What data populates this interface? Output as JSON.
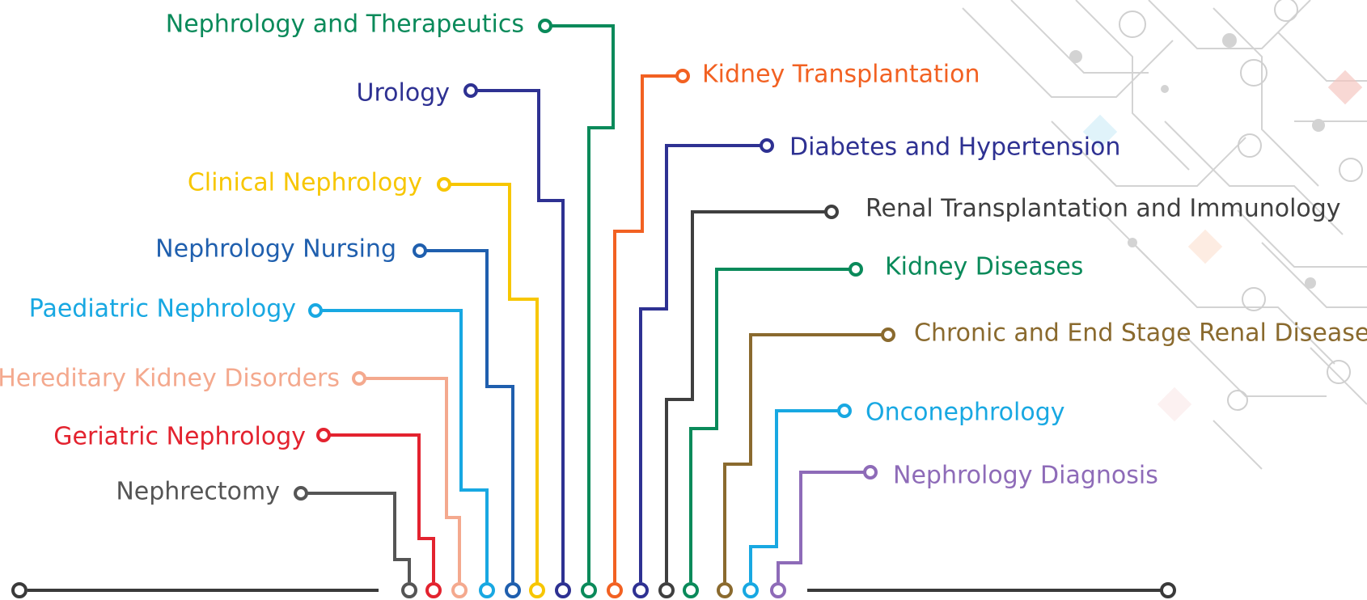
{
  "topics_left": [
    {
      "label": "Nephrology and Therapeutics",
      "color": "#0a8a5a"
    },
    {
      "label": "Urology",
      "color": "#2e3192"
    },
    {
      "label": "Clinical Nephrology",
      "color": "#f7c600"
    },
    {
      "label": "Nephrology Nursing",
      "color": "#1f5fae"
    },
    {
      "label": "Paediatric Nephrology",
      "color": "#18a8e2"
    },
    {
      "label": "Hereditary Kidney Disorders",
      "color": "#f4a98e"
    },
    {
      "label": "Geriatric Nephrology",
      "color": "#e3232f"
    },
    {
      "label": "Nephrectomy",
      "color": "#555555"
    }
  ],
  "topics_right": [
    {
      "label": "Kidney Transplantation",
      "color": "#f26122"
    },
    {
      "label": "Diabetes and Hypertension",
      "color": "#2e3192"
    },
    {
      "label": "Renal Transplantation and Immunology",
      "color": "#3f3f3f"
    },
    {
      "label": "Kidney Diseases",
      "color": "#0a8a5a"
    },
    {
      "label": "Chronic and End Stage Renal Diseases",
      "color": "#8a6a2e"
    },
    {
      "label": "Onconephrology",
      "color": "#18a8e2"
    },
    {
      "label": "Nephrology Diagnosis",
      "color": "#8e6bb8"
    }
  ],
  "axis_color": "#3a3a3a",
  "decoration_icons": [
    "circuit-pattern-icon"
  ]
}
